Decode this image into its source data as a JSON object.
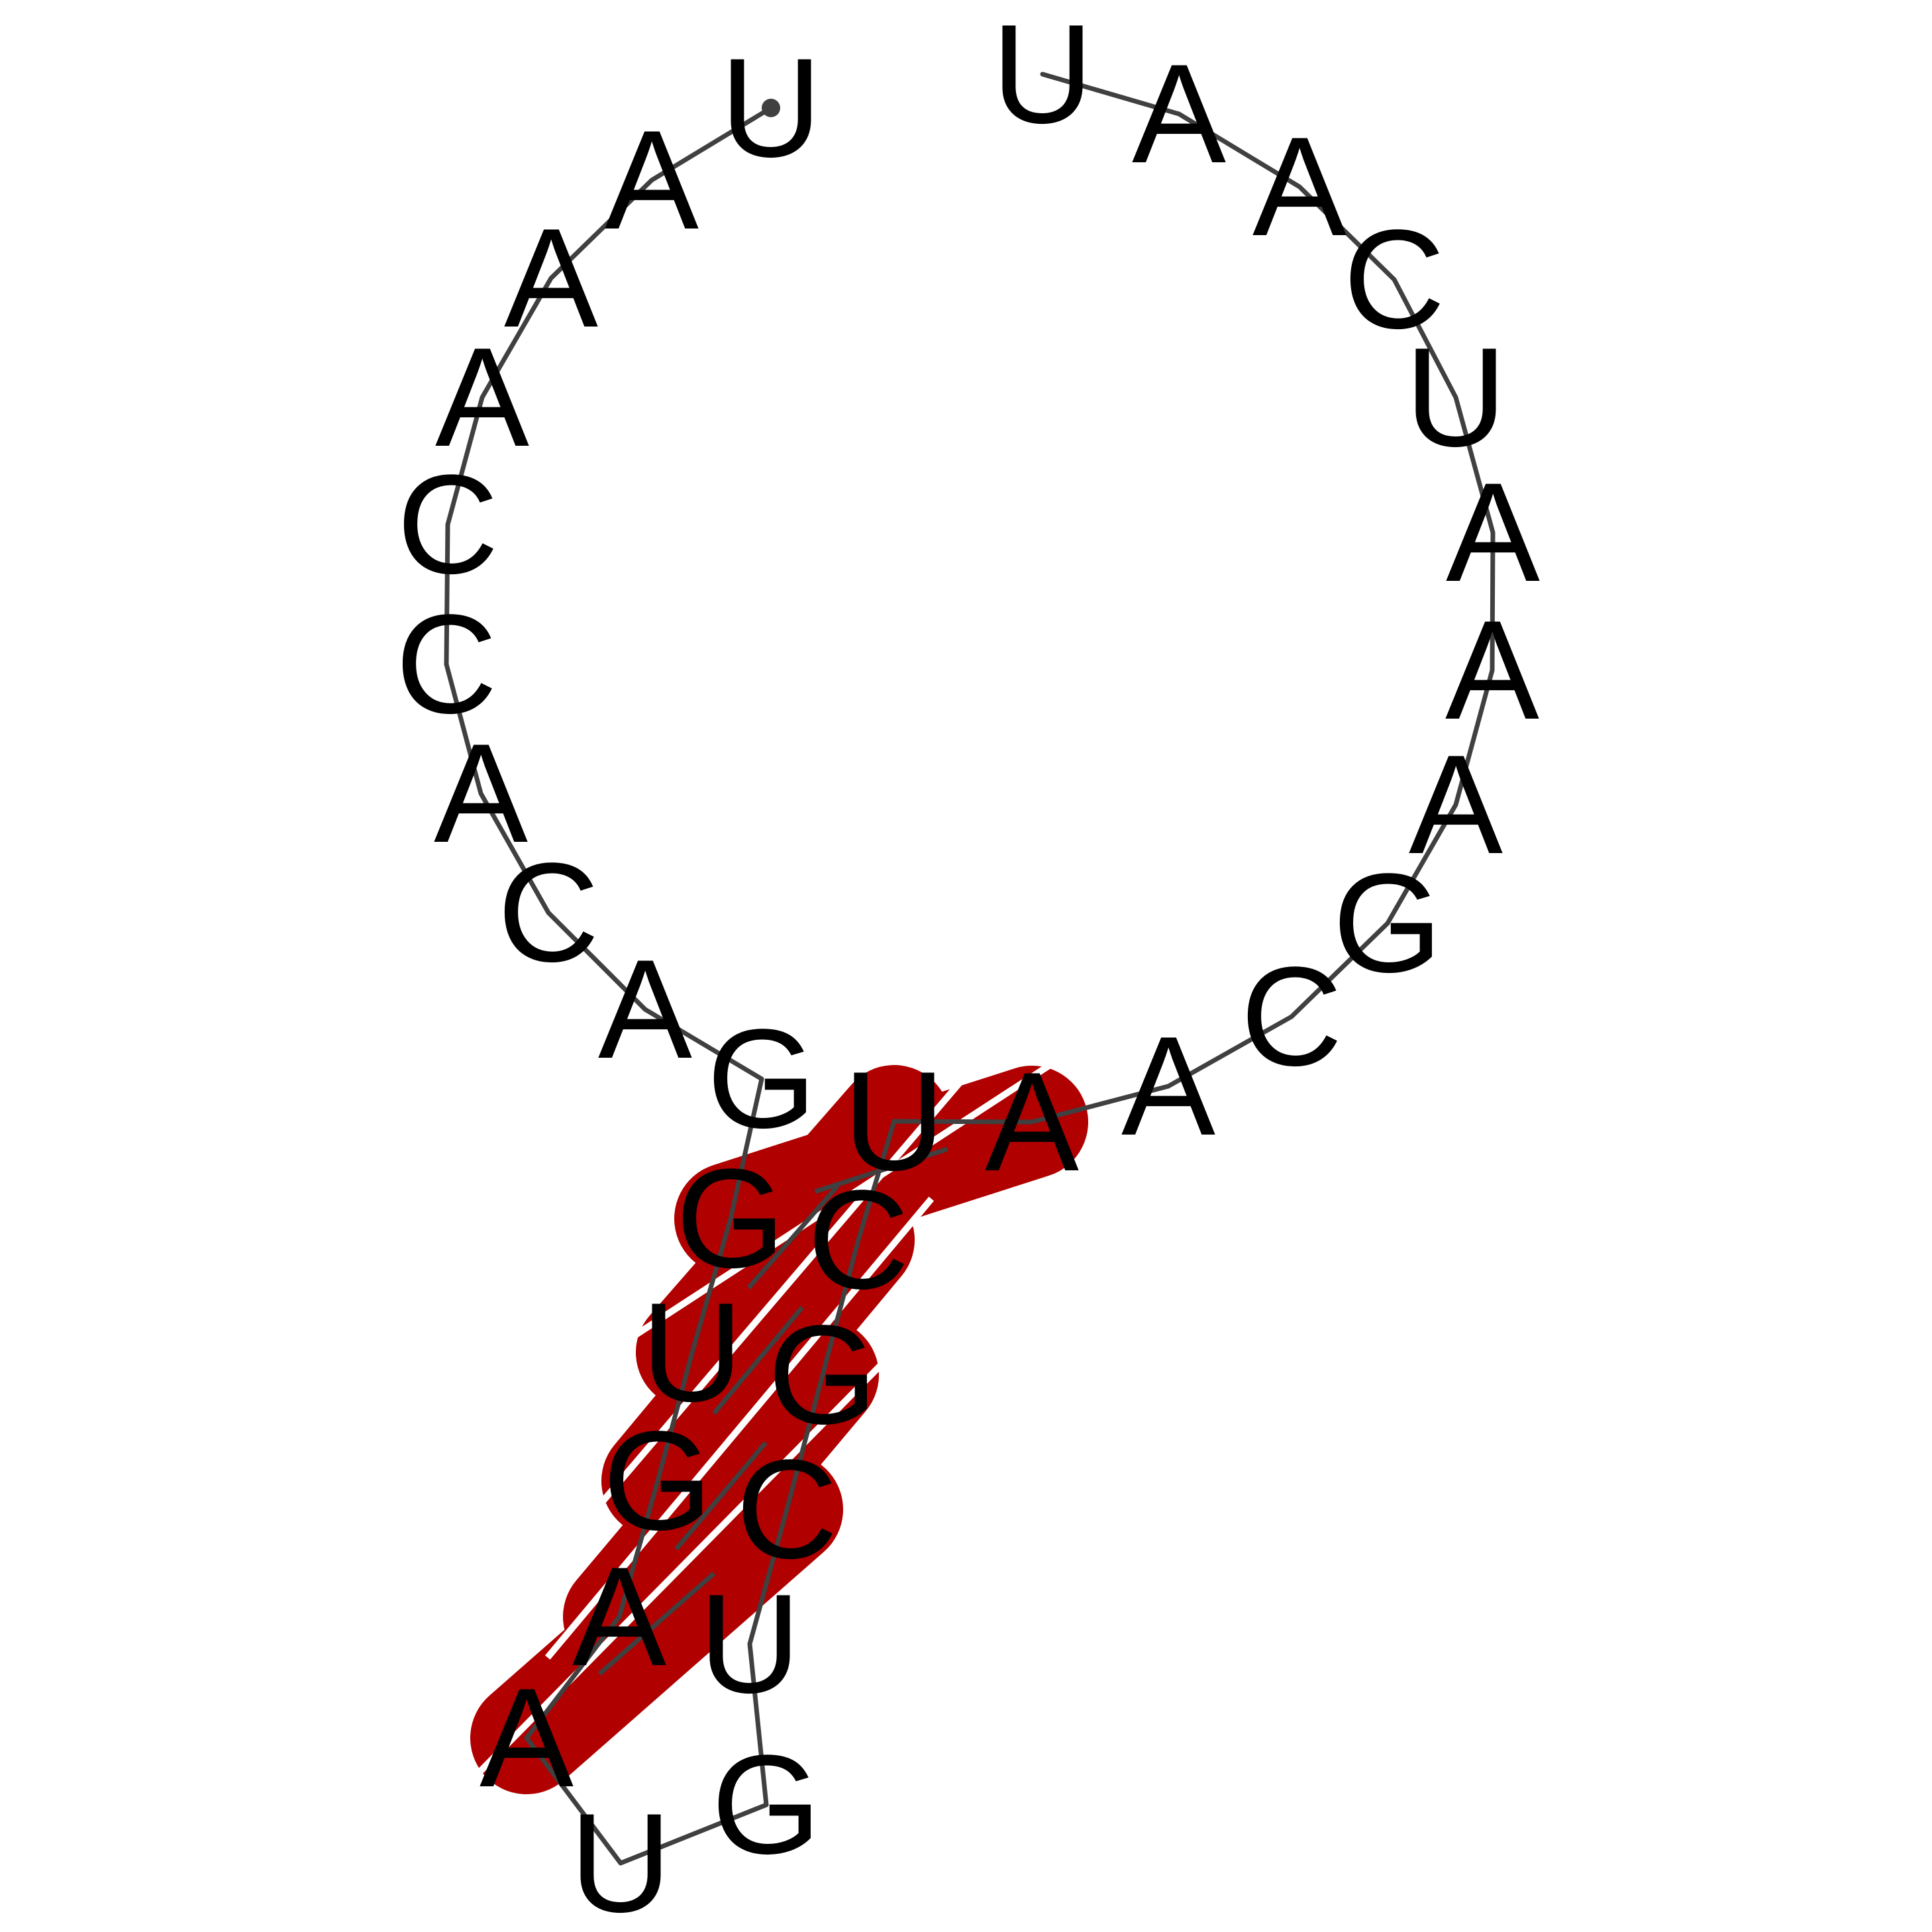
{
  "sequence": [
    "U",
    "A",
    "A",
    "A",
    "C",
    "C",
    "A",
    "C",
    "A",
    "G",
    "G",
    "U",
    "G",
    "A",
    "A",
    "U",
    "G",
    "U",
    "C",
    "G",
    "C",
    "U",
    "A",
    "A",
    "C",
    "G",
    "A",
    "A",
    "A",
    "U",
    "C",
    "A",
    "A",
    "U"
  ],
  "pairs": [
    [
      10,
      22
    ],
    [
      11,
      21
    ],
    [
      12,
      20
    ],
    [
      13,
      19
    ],
    [
      14,
      18
    ]
  ],
  "colors": {
    "paired_highlight": "#b00000",
    "backbone": "#404040",
    "pair_separator": "#ffffff",
    "text": "#000000",
    "five_prime_marker": "#404040"
  }
}
